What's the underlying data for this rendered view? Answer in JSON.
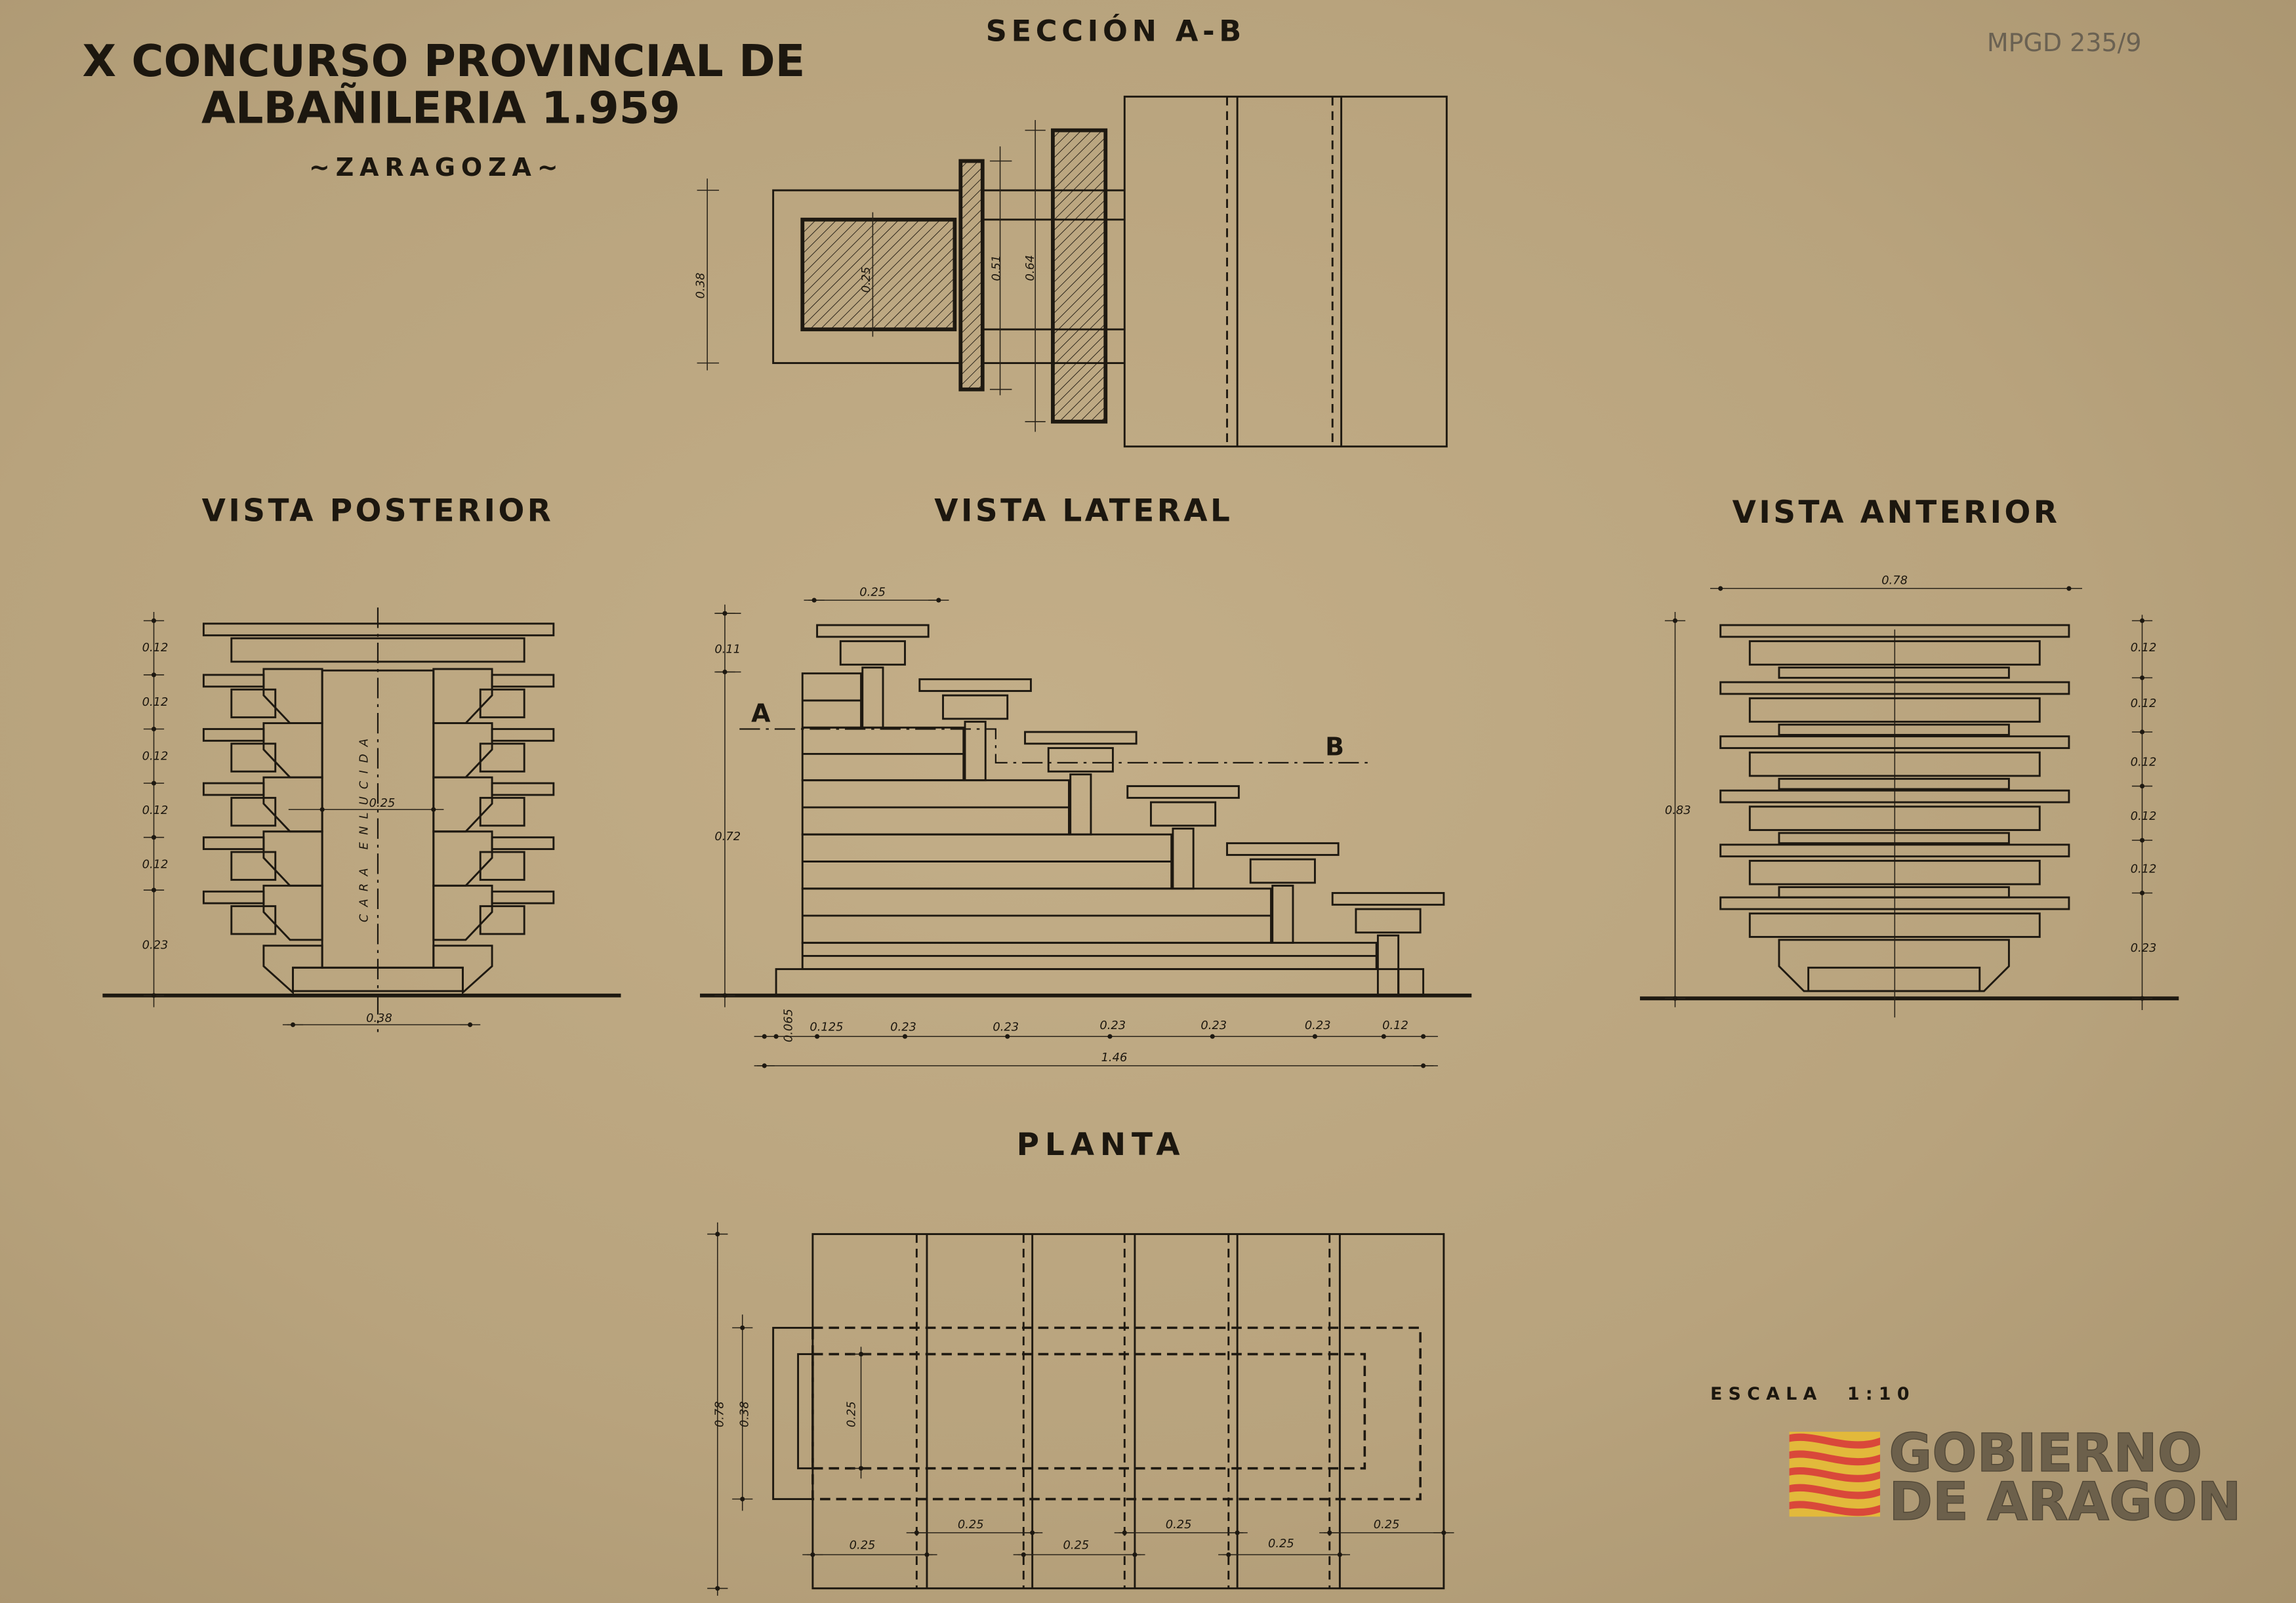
{
  "header": {
    "title_line1": "X CONCURSO PROVINCIAL DE",
    "title_line2": "ALBAÑILERIA 1.959",
    "location": "~ZARAGOZA~",
    "archive_ref": "MPGD 235/9"
  },
  "section_ab": {
    "label": "SECCIÓN A-B",
    "dims": [
      "0.38",
      "0.25",
      "0.51",
      "0.64"
    ]
  },
  "vista_posterior": {
    "label": "VISTA POSTERIOR",
    "note": "CARA ENLUCIDA",
    "dims": [
      "0.12",
      "0.12",
      "0.12",
      "0.12",
      "0.12",
      "0.23",
      "0.25",
      "0.38"
    ]
  },
  "vista_lateral": {
    "label": "VISTA LATERAL",
    "section_marks": [
      "A",
      "B"
    ],
    "dims": [
      "0.25",
      "0.11",
      "0.72",
      "0.065",
      "0.125",
      "0.23",
      "0.23",
      "0.23",
      "0.23",
      "0.23",
      "0.12",
      "1.46"
    ]
  },
  "vista_anterior": {
    "label": "VISTA ANTERIOR",
    "dims": [
      "0.78",
      "0.83",
      "0.12",
      "0.12",
      "0.12",
      "0.12",
      "0.12",
      "0.23"
    ]
  },
  "planta": {
    "label": "PLANTA",
    "dims": [
      "0.78",
      "0.38",
      "0.25",
      "0.25",
      "0.25",
      "0.25",
      "0.25",
      "0.25",
      "0.25"
    ]
  },
  "scale": "E S C A L A     1 : 1 0",
  "logo": {
    "line1": "GOBIERNO",
    "line2": "DE ARAGON",
    "colors": {
      "red": "#d9483a",
      "yellow": "#e2b93b"
    }
  }
}
